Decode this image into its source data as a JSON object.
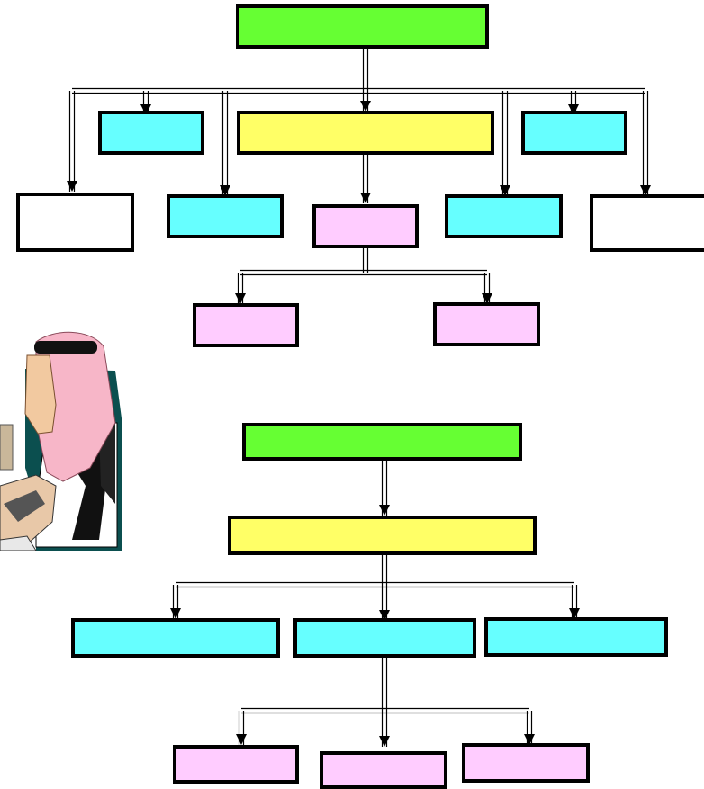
{
  "colors": {
    "green": "#66FF33",
    "yellow": "#FFFF66",
    "cyan": "#66FFFF",
    "pink": "#FFCCFF",
    "white": "#FFFFFF",
    "border": "#000000",
    "connector": "#000000"
  },
  "top_chart": {
    "root": {
      "label": "",
      "color": "green"
    },
    "first_row": [
      {
        "label": "",
        "color": "cyan"
      },
      {
        "label": "",
        "color": "yellow"
      },
      {
        "label": "",
        "color": "cyan"
      }
    ],
    "second_row": [
      {
        "label": "",
        "color": "white"
      },
      {
        "label": "",
        "color": "cyan"
      },
      {
        "label": "",
        "color": "pink"
      },
      {
        "label": "",
        "color": "cyan"
      },
      {
        "label": "",
        "color": "white"
      }
    ],
    "third_row": [
      {
        "label": "",
        "color": "pink"
      },
      {
        "label": "",
        "color": "pink"
      }
    ]
  },
  "bottom_chart": {
    "root": {
      "label": "",
      "color": "green"
    },
    "child": {
      "label": "",
      "color": "yellow"
    },
    "first_row": [
      {
        "label": "",
        "color": "cyan"
      },
      {
        "label": "",
        "color": "cyan"
      },
      {
        "label": "",
        "color": "cyan"
      }
    ],
    "second_row": [
      {
        "label": "",
        "color": "pink"
      },
      {
        "label": "",
        "color": "pink"
      },
      {
        "label": "",
        "color": "pink"
      }
    ]
  },
  "clipart": {
    "icon": "man-at-computer-icon"
  }
}
